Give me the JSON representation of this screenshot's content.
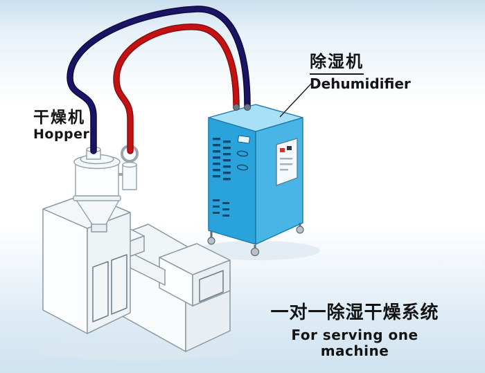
{
  "labels": {
    "hopper": {
      "zh": "干燥机",
      "en": "Hopper"
    },
    "dehumidifier": {
      "zh": "除湿机",
      "en": "Dehumidifier"
    },
    "caption": {
      "zh": "一对一除湿干燥系统",
      "en": "For serving one machine"
    }
  },
  "colors": {
    "pipe_blue": "#1b1464",
    "pipe_red": "#c41111",
    "cabinet_front": "#2aa3dd",
    "cabinet_side": "#49b4e6",
    "cabinet_top": "#a8e0f7",
    "outline": "#8a98a3",
    "text": "#141414",
    "background_top": "#c9dfee",
    "background_bottom": "#cfe3f0"
  }
}
